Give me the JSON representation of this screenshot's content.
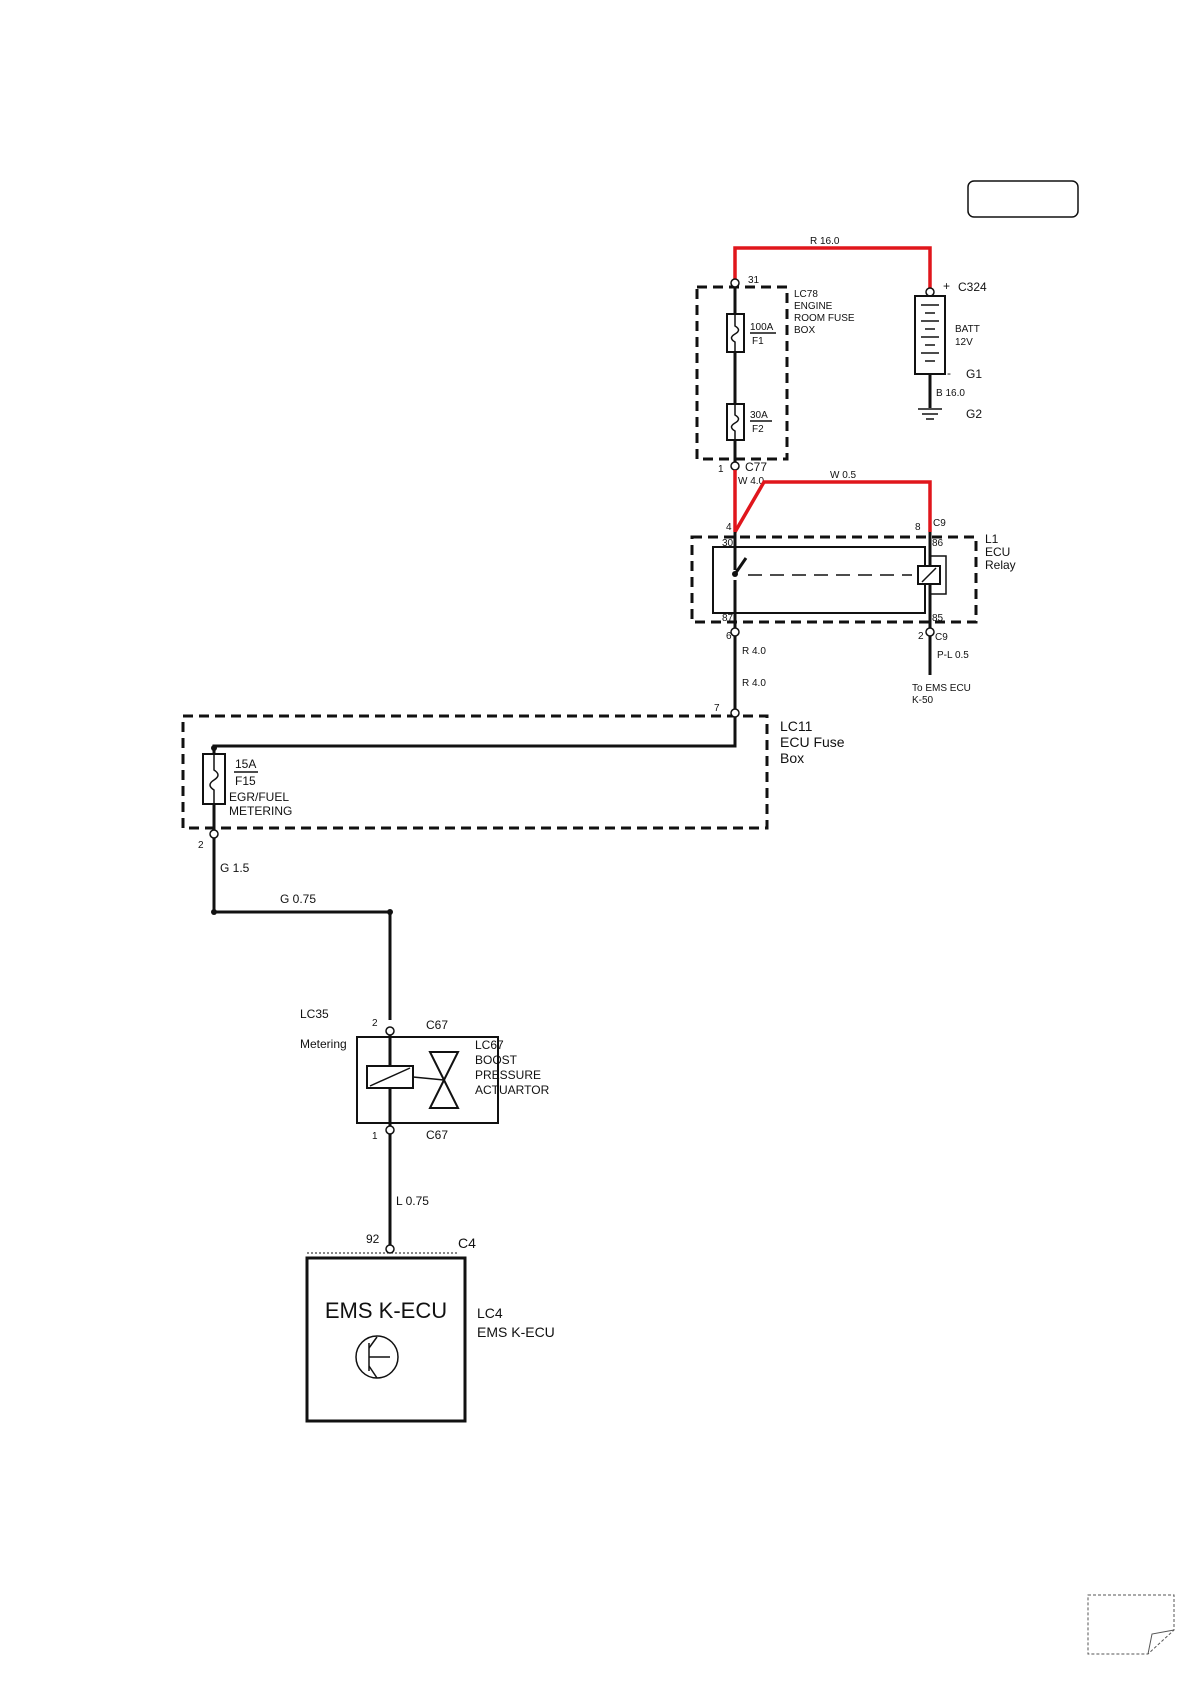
{
  "page_box_label": "",
  "battery": {
    "wire_top": "R 16.0",
    "pos_sign": "+",
    "connector": "C324",
    "name": "BATT",
    "voltage": "12V",
    "neg_sign": "-",
    "ground1": "G1",
    "ground_wire": "B 16.0",
    "ground2": "G2"
  },
  "engine_fuse_box": {
    "pin_in": "31",
    "line1": "LC78",
    "line2": "ENGINE",
    "line3": "ROOM FUSE",
    "line4": "BOX",
    "fuse1_rating": "100A",
    "fuse1_id": "F1",
    "fuse2_rating": "30A",
    "fuse2_id": "F2",
    "pin_out": "1",
    "connector_out": "C77",
    "wire_out": "W 4.0"
  },
  "relay": {
    "wire_coil": "W 0.5",
    "pin4": "4",
    "pin8": "8",
    "conn_top_right": "C9",
    "term30": "30",
    "term86": "86",
    "term87": "87",
    "term85": "85",
    "line1": "L1",
    "line2": "ECU",
    "line3": "Relay",
    "pin6": "6",
    "pin2": "2",
    "conn_bottom_right": "C9",
    "wire_out_1": "R 4.0",
    "wire_pl": "P-L 0.5",
    "to_line1": "To EMS ECU",
    "to_line2": "K-50"
  },
  "ecu_fuse_box": {
    "wire_in": "R 4.0",
    "pin_in": "7",
    "line1": "LC11",
    "line2": "ECU Fuse",
    "line3": "Box",
    "fuse_rating": "15A",
    "fuse_id": "F15",
    "fuse_name1": "EGR/FUEL",
    "fuse_name2": "METERING",
    "pin_out": "2",
    "wire_out": "G 1.5"
  },
  "branch_wire": "G 0.75",
  "actuator": {
    "splice": "LC35",
    "splice_name": "Metering",
    "pin_top": "2",
    "conn_top": "C67",
    "line1": "LC67",
    "line2": "BOOST",
    "line3": "PRESSURE",
    "line4": "ACTUARTOR",
    "pin_bottom": "1",
    "conn_bottom": "C67",
    "wire_out": "L 0.75"
  },
  "ecu": {
    "pin": "92",
    "connector": "C4",
    "box_title": "EMS K-ECU",
    "line1": "LC4",
    "line2": "EMS K-ECU"
  },
  "colors": {
    "power_wire": "#e0161c",
    "wire": "#111111",
    "background": "#ffffff"
  }
}
